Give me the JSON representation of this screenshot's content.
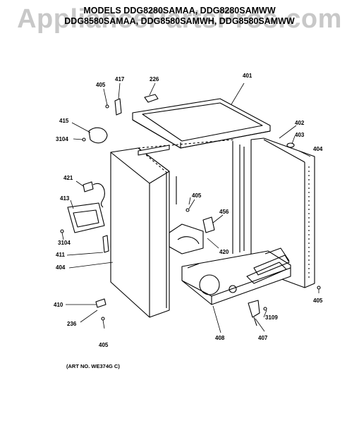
{
  "watermark": "AppliancePartsPros.com",
  "header": {
    "line1": "MODELS DDG8280SAMAA, DDG8280SAMWW",
    "line2": "DDG8580SAMAA, DDG8580SAMWH, DDG8580SAMWW"
  },
  "art_number": "(ART NO. WE374G C)",
  "callouts": {
    "c405_a": "405",
    "c417": "417",
    "c226": "226",
    "c401": "401",
    "c415": "415",
    "c3104_a": "3104",
    "c402": "402",
    "c403": "403",
    "c404_a": "404",
    "c421": "421",
    "c405_b": "405",
    "c413": "413",
    "c456": "456",
    "c3104_b": "3104",
    "c420": "420",
    "c411": "411",
    "c404_b": "404",
    "c405_c": "405",
    "c410": "410",
    "c3109": "3109",
    "c236": "236",
    "c408": "408",
    "c407": "407",
    "c405_d": "405"
  }
}
